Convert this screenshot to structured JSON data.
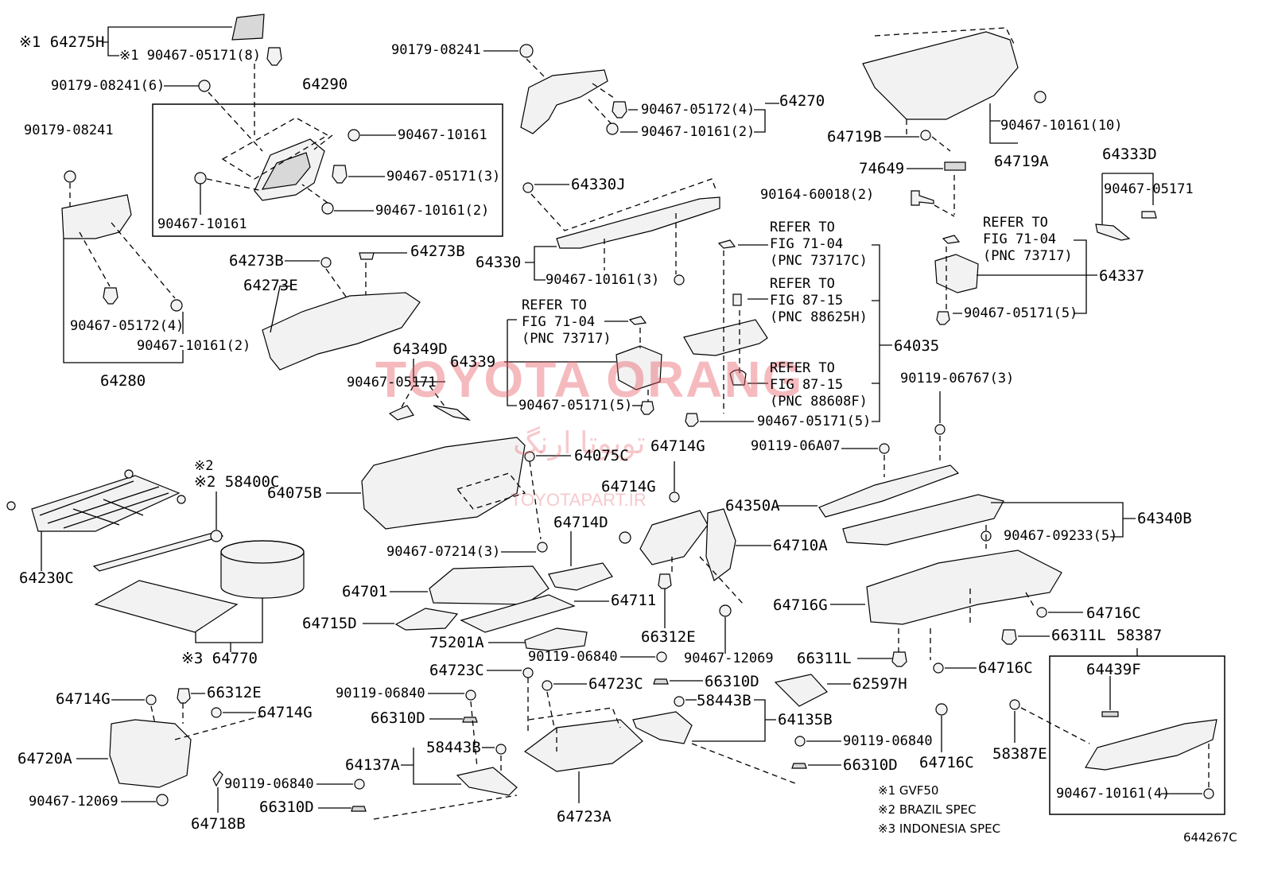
{
  "labels": {
    "p64275H": "※1 64275H",
    "p90467_05171_8": "※1 90467-05171(8)",
    "p90179_08241_6": "90179-08241(6)",
    "p64290": "64290",
    "p90179_08241_a": "90179-08241",
    "p90467_10161_a": "90467-10161",
    "p90467_05171_3": "90467-05171(3)",
    "p90467_10161_2a": "90467-10161(2)",
    "p90467_10161_b": "90467-10161",
    "p64273B_a": "64273B",
    "p64273B_b": "64273B",
    "p64273E": "64273E",
    "p90467_05172_4a": "90467-05172(4)",
    "p90467_10161_2b": "90467-10161(2)",
    "p64280": "64280",
    "p90179_08241_b": "90179-08241",
    "p90467_05172_4b": "90467-05172(4)",
    "p90467_10161_2c": "90467-10161(2)",
    "p64270": "64270",
    "p64330J": "64330J",
    "p64330": "64330",
    "p90467_10161_3": "90467-10161(3)",
    "p64339": "64339",
    "p90467_05171_5a": "90467-05171(5)",
    "p64349D": "64349D",
    "p90467_05171_a": "90467-05171",
    "p90467_10161_10": "90467-10161(10)",
    "p64719B": "64719B",
    "p64719A": "64719A",
    "p74649": "74649",
    "p90164_60018_2": "90164-60018(2)",
    "p64035": "64035",
    "p90467_05171_5b": "90467-05171(5)",
    "p64333D": "64333D",
    "p90467_05171_b": "90467-05171",
    "p64337": "64337",
    "p90467_05171_5c": "90467-05171(5)",
    "p90119_06767_3": "90119-06767(3)",
    "p90119_06A07": "90119-06A07",
    "p64350A": "64350A",
    "p64340B": "64340B",
    "p90467_09233_5": "90467-09233(5)",
    "p58400C": "※2 58400C",
    "p64230C": "64230C",
    "p64770": "※3 64770",
    "p64075B": "64075B",
    "p64075C": "64075C",
    "p90467_07214_3": "90467-07214(3)",
    "p64714G_a": "64714G",
    "p64714G_b": "64714G",
    "p64714D": "64714D",
    "p64710A": "64710A",
    "p64701": "64701",
    "p64711": "64711",
    "p64715D": "64715D",
    "p75201A": "75201A",
    "p66312E_a": "66312E",
    "p90467_12069_a": "90467-12069",
    "p64716G": "64716G",
    "p64716C_a": "64716C",
    "p66311L_a": "66311L",
    "p58387": "58387",
    "p66311L_b": "66311L",
    "p64716C_b": "64716C",
    "p64439F": "64439F",
    "p64723C_a": "64723C",
    "p90119_06840_a": "90119-06840",
    "p64723C_b": "64723C",
    "p66310D_a": "66310D",
    "p58443B_a": "58443B",
    "p64135B": "64135B",
    "p62597H": "62597H",
    "p64714G_c": "64714G",
    "p66312E_b": "66312E",
    "p64714G_d": "64714G",
    "p64720A": "64720A",
    "p90467_12069_b": "90467-12069",
    "p64718B": "64718B",
    "p90119_06840_b": "90119-06840",
    "p66310D_b": "66310D",
    "p58443B_b": "58443B",
    "p64137A": "64137A",
    "p90119_06840_c": "90119-06840",
    "p66310D_c": "66310D",
    "p64723A": "64723A",
    "p90119_06840_d": "90119-06840",
    "p66310D_d": "66310D",
    "p64716C_c": "64716C",
    "p58387E": "58387E",
    "p90467_10161_4": "90467-10161(4)"
  },
  "references": {
    "ref1": "REFER TO\nFIG 71-04\n(PNC 73717C)",
    "ref2": "REFER TO\nFIG 87-15\n(PNC 88625H)",
    "ref3": "REFER TO\nFIG 87-15\n(PNC 88608F)",
    "ref4": "REFER TO\nFIG 71-04\n(PNC 73717)",
    "ref5": "REFER TO\nFIG 71-04\n(PNC 73717)"
  },
  "notes": {
    "n1": "※1 GVF50",
    "n2": "※2 BRAZIL SPEC",
    "n3": "※3 INDONESIA SPEC"
  },
  "watermark": {
    "main": "TOYOTA ORANG",
    "arabic": "تویوتا ارنگ",
    "site": "TOYOTAPART.IR"
  },
  "diagram_code": "644267C"
}
